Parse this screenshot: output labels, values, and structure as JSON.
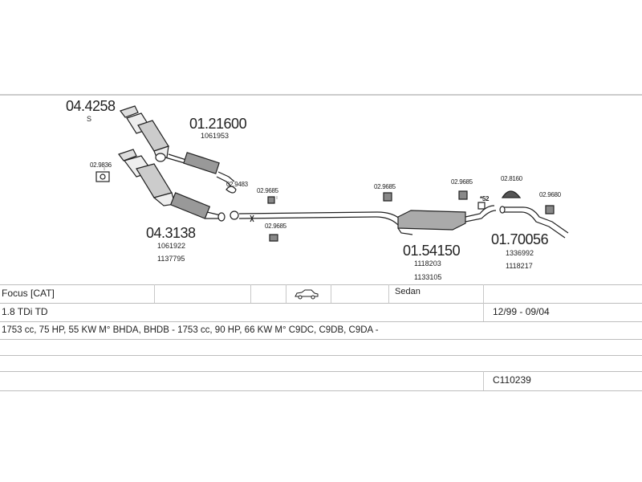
{
  "parts": {
    "p1": {
      "number": "04.4258",
      "sub": "S"
    },
    "p2": {
      "number": "01.21600",
      "ref": "1061953"
    },
    "p3": {
      "number": "04.3138",
      "refs": [
        "1061922",
        "1137795"
      ]
    },
    "p4": {
      "number": "01.54150",
      "refs": [
        "1118203",
        "1133105"
      ]
    },
    "p5": {
      "number": "01.70056",
      "refs": [
        "1336992",
        "1118217"
      ]
    }
  },
  "small_parts": {
    "s1": "02.9836",
    "s2": "02.9483",
    "s3": "02.9685",
    "s4": "02.9685",
    "s5": "02.9685",
    "s6": "02.9685",
    "s7": "02.8160",
    "s8": "02.9680",
    "s9": "*52"
  },
  "table": {
    "model": "Focus  [CAT]",
    "body": "Sedan",
    "engine": "1.8 TDi TD",
    "period": "12/99 - 09/04",
    "specs": "1753 cc, 75 HP, 55 KW M° BHDA, BHDB - 1753 cc, 90 HP, 66 KW M° C9DC, C9DB, C9DA -",
    "code": "C110239",
    "car_icon": "sedan-car-icon"
  }
}
